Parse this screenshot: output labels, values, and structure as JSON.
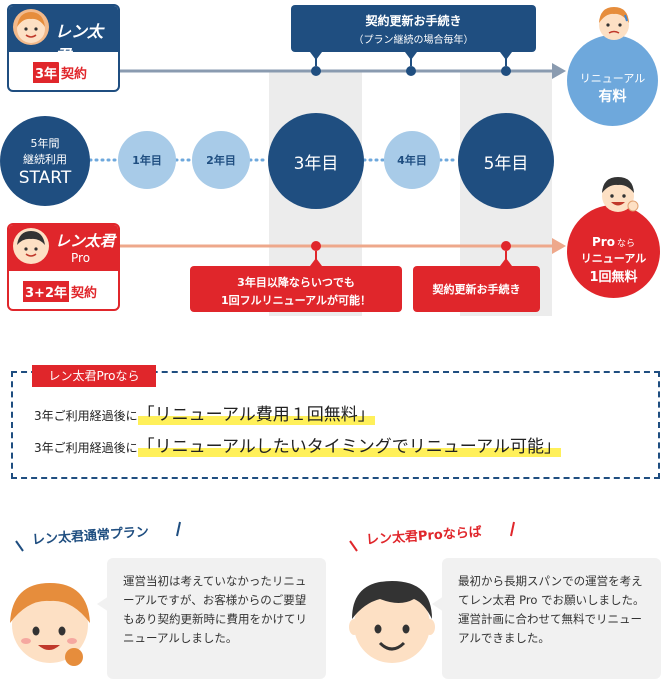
{
  "standard_plan": {
    "name": "レン太君",
    "contract_num": "3年",
    "contract_suffix": "契約",
    "update_label_line1": "契約更新お手続き",
    "update_label_line2": "（プラン継続の場合毎年）",
    "result_line1": "リニューアル",
    "result_line2": "有料"
  },
  "start": {
    "line1": "5年間",
    "line2": "継続利用",
    "line3": "START"
  },
  "years": [
    "1年目",
    "2年目",
    "3年目",
    "4年目",
    "5年目"
  ],
  "pro_plan": {
    "name": "レン太君",
    "name_sub": "Pro",
    "contract_num": "3+2年",
    "contract_suffix": "契約",
    "callout1_line1": "3年目以降ならいつでも",
    "callout1_line2": "1回フルリニューアルが可能！",
    "callout2": "契約更新お手続き",
    "result_line1_a": "Pro",
    "result_line1_b": "なら",
    "result_line2": "リニューアル",
    "result_line3": "1回無料"
  },
  "pro_box": {
    "tag": "レン太君Proなら",
    "line1_prefix": "3年ご利用経過後に",
    "line1_highlight": "「リニューアル費用１回無料」",
    "line2_prefix": "3年ご利用経過後に",
    "line2_highlight": "「リニューアルしたいタイミングでリニューアル可能」"
  },
  "testimonials": [
    {
      "title": "レン太君通常プラン",
      "text": "運営当初は考えていなかったリニューアルですが、お客様からのご要望もあり契約更新時に費用をかけてリニューアルしました。"
    },
    {
      "title": "レン太君Proならば",
      "text": "最初から長期スパンでの運営を考えてレン太君 Pro でお願いしました。運営計画に合わせて無料でリニューアルできました。"
    }
  ],
  "colors": {
    "navy": "#1f4e80",
    "red": "#e0262b",
    "lightblue": "#a8cbe8",
    "skyblue": "#6ea8dc",
    "gray": "#eeeeee"
  }
}
